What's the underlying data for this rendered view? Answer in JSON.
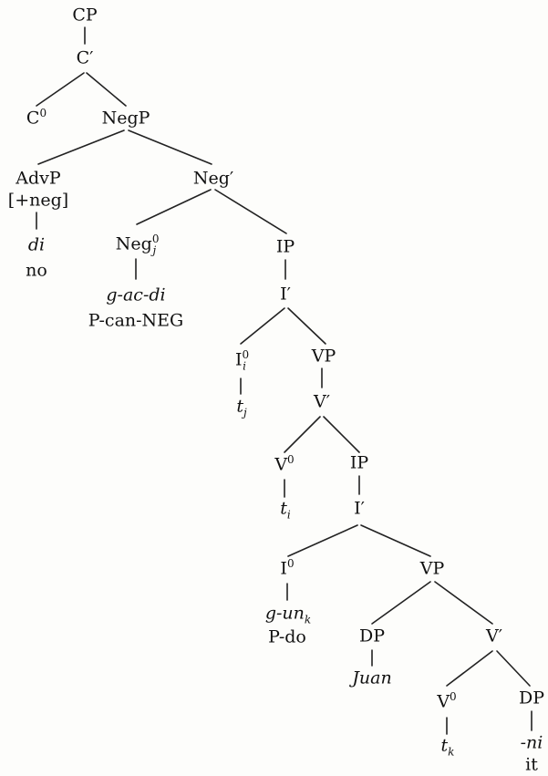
{
  "tree": {
    "cp": "CP",
    "c_bar": "C′",
    "c0": {
      "base": "C",
      "sup": "0"
    },
    "negp": "NegP",
    "advp": "AdvP",
    "advp_feature": "[+neg]",
    "di": "di",
    "no": "no",
    "neg_bar": "Neg′",
    "neg0": {
      "base": "Neg",
      "sup": "0",
      "sub": "j"
    },
    "g_ac_di": "g-ac-di",
    "p_can_neg": "P-can-NEG",
    "ip_1": "IP",
    "i_bar_1": "I′",
    "i0_1": {
      "base": "I",
      "sup": "0",
      "sub": "i"
    },
    "t_j": {
      "base": "t",
      "sub": "j"
    },
    "vp_1": "VP",
    "v_bar_1": "V′",
    "v0_1": {
      "base": "V",
      "sup": "0"
    },
    "t_i": {
      "base": "t",
      "sub": "i"
    },
    "ip_2": "IP",
    "i_bar_2": "I′",
    "i0_2": {
      "base": "I",
      "sup": "0"
    },
    "g_un_k": {
      "base": "g-un",
      "sub": "k"
    },
    "p_do": "P-do",
    "vp_2": "VP",
    "dp_1": "DP",
    "juan": "Juan",
    "v_bar_2": "V′",
    "v0_2": {
      "base": "V",
      "sup": "0"
    },
    "t_k": {
      "base": "t",
      "sub": "k"
    },
    "dp_2": "DP",
    "ni": "-ni",
    "it": "it"
  }
}
